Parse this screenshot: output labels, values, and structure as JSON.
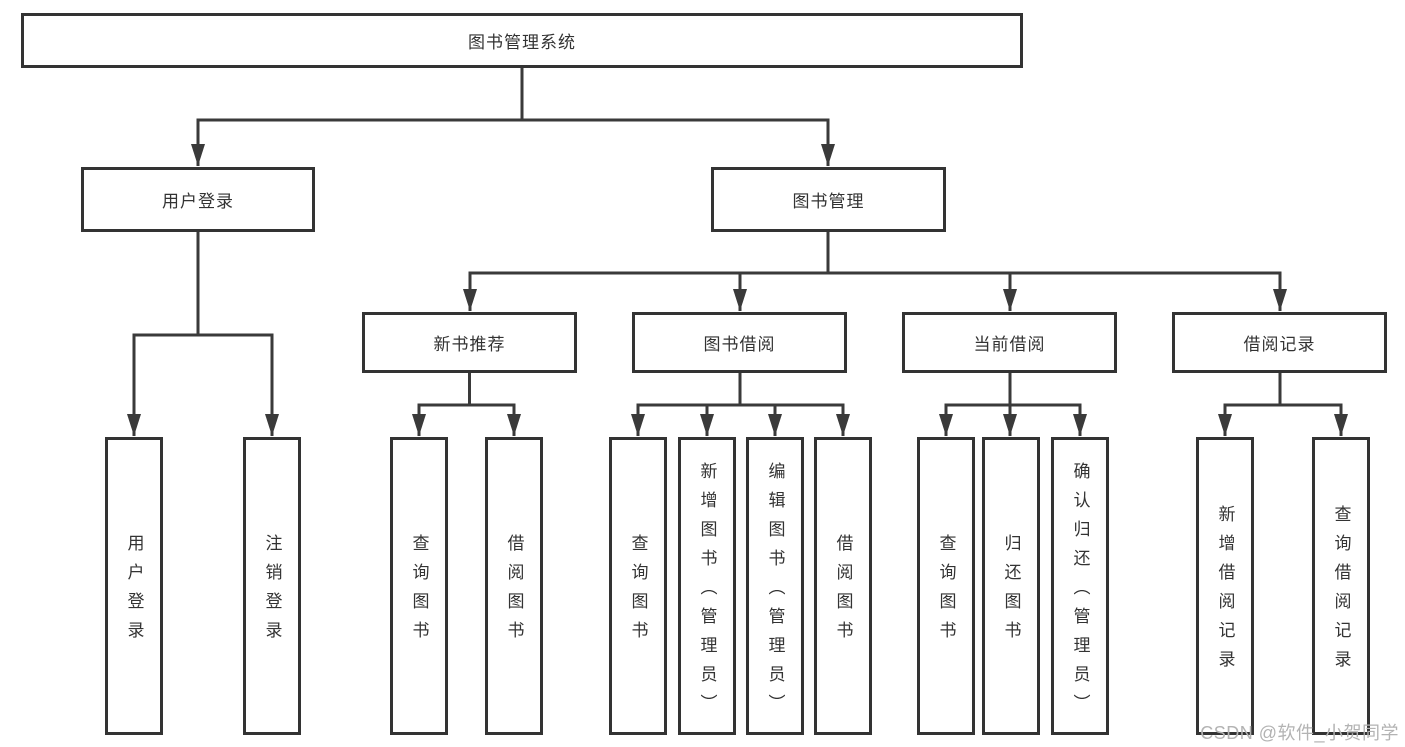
{
  "tree": {
    "label": "图书管理系统",
    "children": [
      {
        "label": "用户登录",
        "children": [
          {
            "label": "用户登录"
          },
          {
            "label": "注销登录"
          }
        ]
      },
      {
        "label": "图书管理",
        "children": [
          {
            "label": "新书推荐",
            "children": [
              {
                "label": "查询图书"
              },
              {
                "label": "借阅图书"
              }
            ]
          },
          {
            "label": "图书借阅",
            "children": [
              {
                "label": "查询图书"
              },
              {
                "label": "新增图书（管理员）"
              },
              {
                "label": "编辑图书（管理员）"
              },
              {
                "label": "借阅图书"
              }
            ]
          },
          {
            "label": "当前借阅",
            "children": [
              {
                "label": "查询图书"
              },
              {
                "label": "归还图书"
              },
              {
                "label": "确认归还（管理员）"
              }
            ]
          },
          {
            "label": "借阅记录",
            "children": [
              {
                "label": "新增借阅记录"
              },
              {
                "label": "查询借阅记录"
              }
            ]
          }
        ]
      }
    ]
  },
  "watermark": {
    "text": "CSDN @软件_小贺同学"
  },
  "colors": {
    "box_border": "#333333",
    "connector_line": "#3a3a3a",
    "text": "#333333",
    "watermark_text": "#b3b3b3",
    "background": "#ffffff"
  }
}
